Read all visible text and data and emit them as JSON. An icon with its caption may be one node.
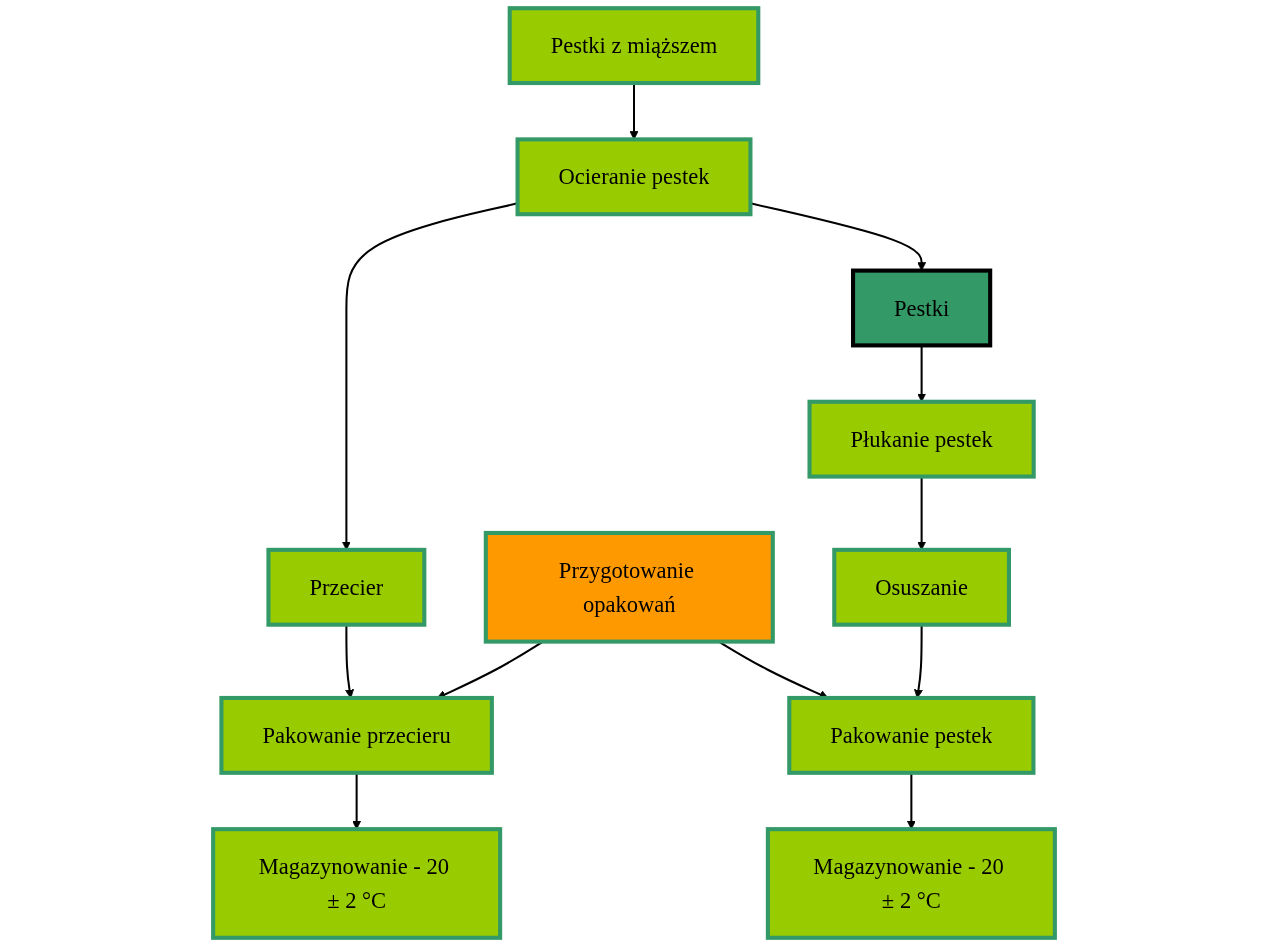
{
  "diagram": {
    "nodes": [
      {
        "text": [
          "Pestki z miąższem"
        ]
      },
      {
        "text": [
          "Ocieranie pestek"
        ]
      },
      {
        "text": [
          "Przecier"
        ]
      },
      {
        "text": [
          "Pestki"
        ]
      },
      {
        "text": [
          "Pakowanie przecieru"
        ]
      },
      {
        "text": [
          "Płukanie pestek"
        ]
      },
      {
        "text": [
          "Przygotowanie opakowań"
        ]
      },
      {
        "text": [
          "Magazynowanie - 20 ± 2 °C"
        ]
      },
      {
        "text": [
          "Osuszanie"
        ]
      },
      {
        "text": [
          "Pakowanie pestek"
        ]
      },
      {
        "text": [
          "Magazynowanie - 20 ± 2 °C"
        ]
      }
    ],
    "edges": [
      {
        "from": 0,
        "to": 1,
        "arrow": "to"
      },
      {
        "from": 1,
        "to": 2,
        "arrow": "to"
      },
      {
        "from": 1,
        "to": 3,
        "arrow": "to"
      },
      {
        "from": 2,
        "to": 4,
        "arrow": "to"
      },
      {
        "from": 3,
        "to": 5,
        "arrow": "to"
      },
      {
        "from": 6,
        "to": 4,
        "arrow": "to"
      },
      {
        "from": 4,
        "to": 7,
        "arrow": "to"
      },
      {
        "from": 5,
        "to": 8,
        "arrow": "to"
      },
      {
        "from": 6,
        "to": 9,
        "arrow": "to"
      },
      {
        "from": 8,
        "to": 9,
        "arrow": "to"
      },
      {
        "from": 9,
        "to": 10,
        "arrow": "to"
      }
    ]
  }
}
